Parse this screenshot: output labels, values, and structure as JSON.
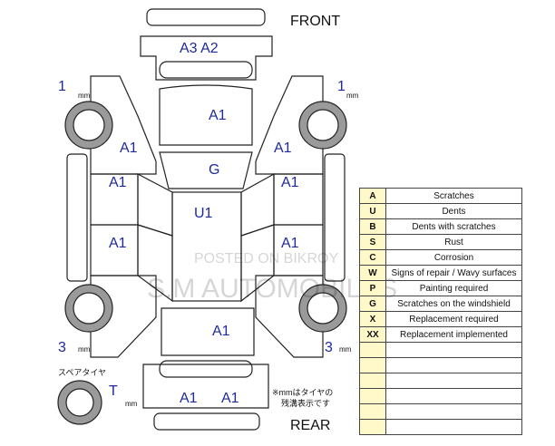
{
  "orientation": {
    "front": "FRONT",
    "rear": "REAR"
  },
  "panels": {
    "windshield_top": "A3 A2",
    "hood": "A1",
    "roof": "G",
    "cabin": "U1",
    "left_fender": "A1",
    "left_front_door": "A1",
    "left_rear_door": "A1",
    "right_fender": "A1",
    "right_front_door": "A1",
    "right_rear_door": "A1",
    "trunk": "A1",
    "rear_bumper_left": "A1",
    "rear_bumper_right": "A1"
  },
  "tires": {
    "front_left_value": "1",
    "front_right_value": "1",
    "rear_left_value": "3",
    "rear_right_value": "3",
    "spare_value": "T",
    "unit": "mm",
    "spare_label": "スペアタイヤ"
  },
  "note": {
    "line1": "※mmはタイヤの",
    "line2": "残溝表示です"
  },
  "watermark": {
    "line1": "POSTED ON BIKROY",
    "line2": "S.M AUTOMOBILES"
  },
  "legend": [
    {
      "code": "A",
      "description": "Scratches"
    },
    {
      "code": "U",
      "description": "Dents"
    },
    {
      "code": "B",
      "description": "Dents with scratches"
    },
    {
      "code": "S",
      "description": "Rust"
    },
    {
      "code": "C",
      "description": "Corrosion"
    },
    {
      "code": "W",
      "description": "Signs of repair / Wavy surfaces"
    },
    {
      "code": "P",
      "description": "Painting required"
    },
    {
      "code": "G",
      "description": "Scratches on the windshield"
    },
    {
      "code": "X",
      "description": "Replacement required"
    },
    {
      "code": "XX",
      "description": "Replacement implemented"
    },
    {
      "code": "",
      "description": ""
    },
    {
      "code": "",
      "description": ""
    },
    {
      "code": "",
      "description": ""
    },
    {
      "code": "",
      "description": ""
    },
    {
      "code": "",
      "description": ""
    },
    {
      "code": "",
      "description": ""
    }
  ]
}
